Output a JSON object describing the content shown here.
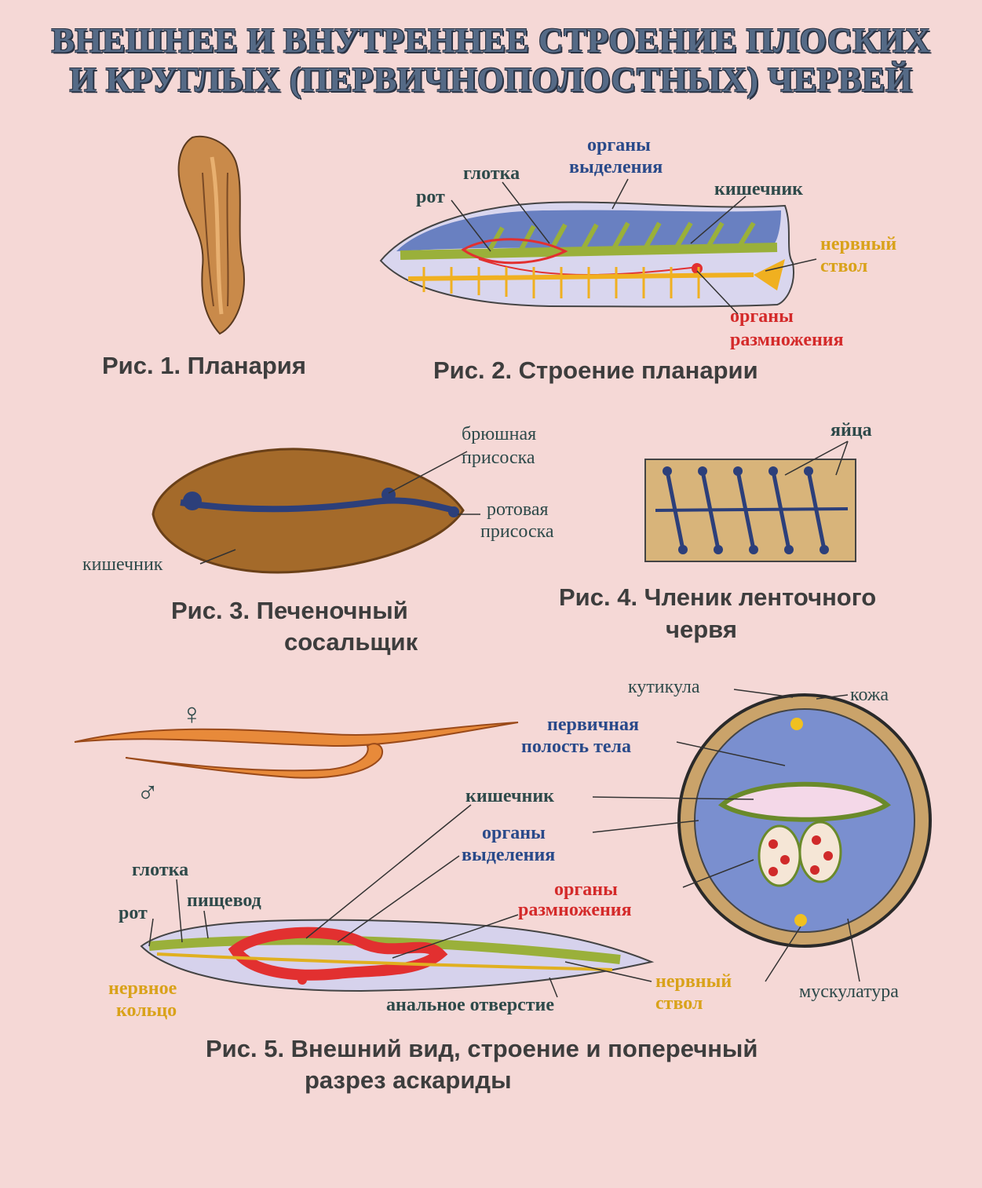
{
  "title": {
    "line1": "ВНЕШНЕЕ И ВНУТРЕННЕЕ СТРОЕНИЕ ПЛОСКИХ",
    "line2": "И КРУГЛЫХ (ПЕРВИЧНОПОЛОСТНЫХ) ЧЕРВЕЙ"
  },
  "colors": {
    "background": "#f5d8d6",
    "label_dark": "#2e4a4a",
    "label_blue": "#2a4a8a",
    "label_yellow": "#d9a21a",
    "label_red": "#d42a2a",
    "caption": "#3d3d3d"
  },
  "fig1": {
    "caption": "Рис. 1.  Планария"
  },
  "fig2": {
    "caption": "Рис. 2.  Строение планарии",
    "labels": {
      "excretory_1": "органы",
      "excretory_2": "выделения",
      "pharynx": "глотка",
      "mouth": "рот",
      "intestine": "кишечник",
      "nerve_1": "нервный",
      "nerve_2": "ствол",
      "repro_1": "органы",
      "repro_2": "размножения"
    }
  },
  "fig3": {
    "caption_1": "Рис. 3.  Печеночный",
    "caption_2": "сосальщик",
    "labels": {
      "ventral_1": "брюшная",
      "ventral_2": "присоска",
      "oral_1": "ротовая",
      "oral_2": "присоска",
      "intestine": "кишечник"
    }
  },
  "fig4": {
    "caption_1": "Рис. 4.  Членик ленточного",
    "caption_2": "червя",
    "labels": {
      "eggs": "яйца"
    }
  },
  "fig5": {
    "caption_1": "Рис. 5. Внешний вид, строение и поперечный",
    "caption_2": "разрез аскариды",
    "symbols": {
      "female": "♀",
      "male": "♂"
    },
    "labels": {
      "cuticle": "кутикула",
      "skin": "кожа",
      "cavity_1": "первичная",
      "cavity_2": "полость тела",
      "intestine": "кишечник",
      "excretory_1": "органы",
      "excretory_2": "выделения",
      "pharynx": "глотка",
      "esophagus": "пищевод",
      "mouth": "рот",
      "repro_1": "органы",
      "repro_2": "размножения",
      "nerve_ring_1": "нервное",
      "nerve_ring_2": "кольцо",
      "anus": "анальное отверстие",
      "nerve_1": "нервный",
      "nerve_2": "ствол",
      "muscles": "мускулатура"
    }
  }
}
